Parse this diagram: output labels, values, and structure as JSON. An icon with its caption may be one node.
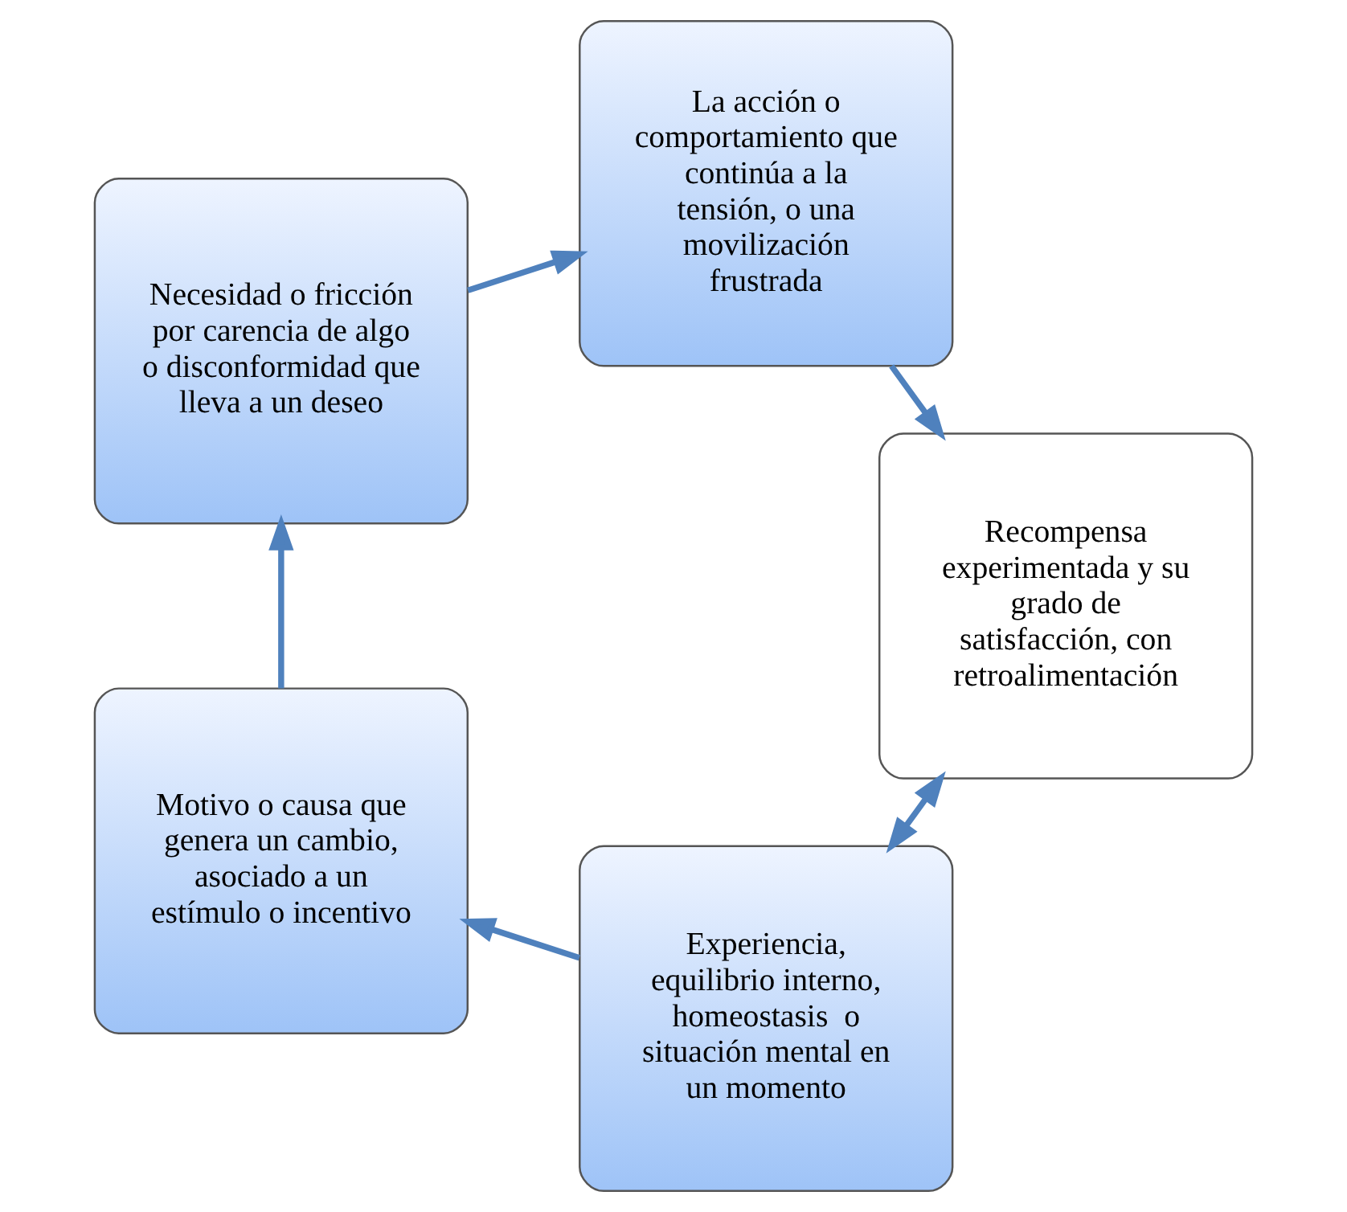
{
  "diagram": {
    "nodes": [
      {
        "text": [
          "Experiencia, equilibrio interno, homeostasis  o situación mental en un momento"
        ]
      },
      {
        "text": [
          "Motivo o causa que genera un cambio, asociado a un estímulo o incentivo"
        ]
      },
      {
        "text": [
          "Necesidad o fricción por carencia de algo o disconformidad que lleva a un deseo"
        ]
      },
      {
        "text": [
          "La acción o comportamiento que continúa a la tensión, o una movilización frustrada"
        ]
      },
      {
        "text": [
          "Recompensa experimentada y su grado de satisfacción, con retroalimentación"
        ]
      }
    ],
    "edges": [
      {
        "from": 0,
        "to": 1,
        "arrow": "to"
      },
      {
        "from": 1,
        "to": 2,
        "arrow": "to"
      },
      {
        "from": 2,
        "to": 3,
        "arrow": "to"
      },
      {
        "from": 3,
        "to": 4,
        "arrow": "to"
      },
      {
        "from": 4,
        "to": 0,
        "arrow": "both"
      }
    ]
  }
}
